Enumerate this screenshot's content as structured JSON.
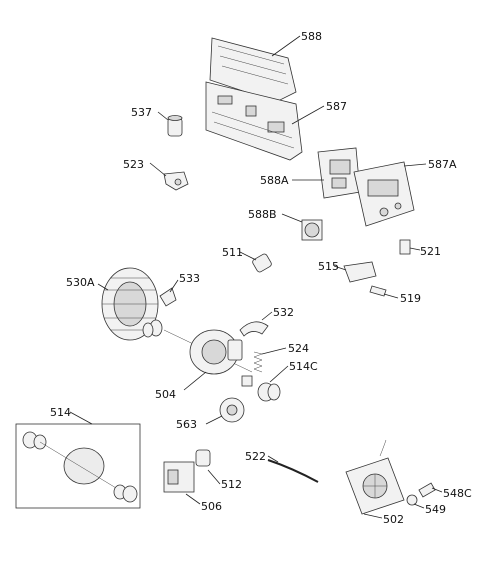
{
  "parts": {
    "p588": "588",
    "p587": "587",
    "p537": "537",
    "p523": "523",
    "p588A": "588A",
    "p587A": "587A",
    "p588B": "588B",
    "p511": "511",
    "p521": "521",
    "p515": "515",
    "p519": "519",
    "p530A": "530A",
    "p533": "533",
    "p532": "532",
    "p524": "524",
    "p514C": "514C",
    "p504": "504",
    "p563": "563",
    "p514": "514",
    "p522": "522",
    "p512": "512",
    "p506": "506",
    "p502": "502",
    "p548C": "548C",
    "p549": "549"
  }
}
